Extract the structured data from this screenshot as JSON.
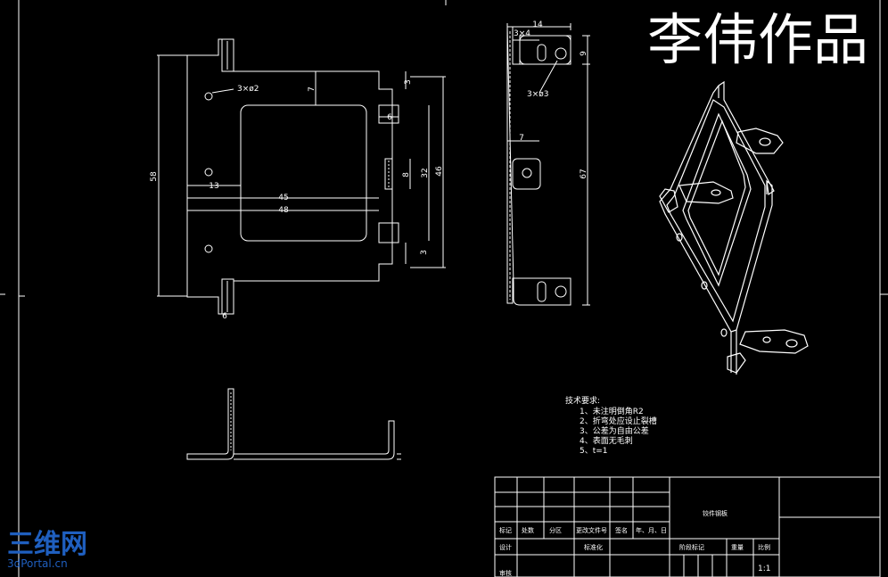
{
  "author_banner": "李伟作品",
  "front_view": {
    "note_holes": "3×ø2",
    "dims": {
      "overall_height": "58",
      "inner_height": "46",
      "slot_span": "32",
      "slot_height": "8",
      "left_offset": "13",
      "window_width": "45",
      "inner_width": "48",
      "top_offset": "7",
      "tab_height": "3",
      "tab_width": "6",
      "bottom_tab": "3",
      "flange": "6"
    }
  },
  "side_view": {
    "note_slot": "3×4",
    "note_hole": "3×ø3",
    "dims": {
      "top_width": "14",
      "top_height": "9",
      "offset": "7",
      "total_height": "67"
    }
  },
  "technical_requirements": {
    "title": "技术要求:",
    "items": [
      "1、未注明倒角R2",
      "2、折弯处应设止裂槽",
      "3、公差为自由公差",
      "4、表面无毛刺",
      "5、t=1"
    ]
  },
  "title_block": {
    "part_name": "铰件钢板",
    "row_labels": [
      "标记",
      "处数",
      "分区",
      "更改文件号",
      "签名",
      "年、月、日"
    ],
    "design": "设计",
    "standardization": "标准化",
    "stage_label": "阶段标记",
    "weight_label": "重量",
    "scale_label": "比例",
    "scale_value": "1:1",
    "audit": "审核"
  },
  "watermark": {
    "logo": "三维网",
    "url": "3dPortal.cn"
  }
}
